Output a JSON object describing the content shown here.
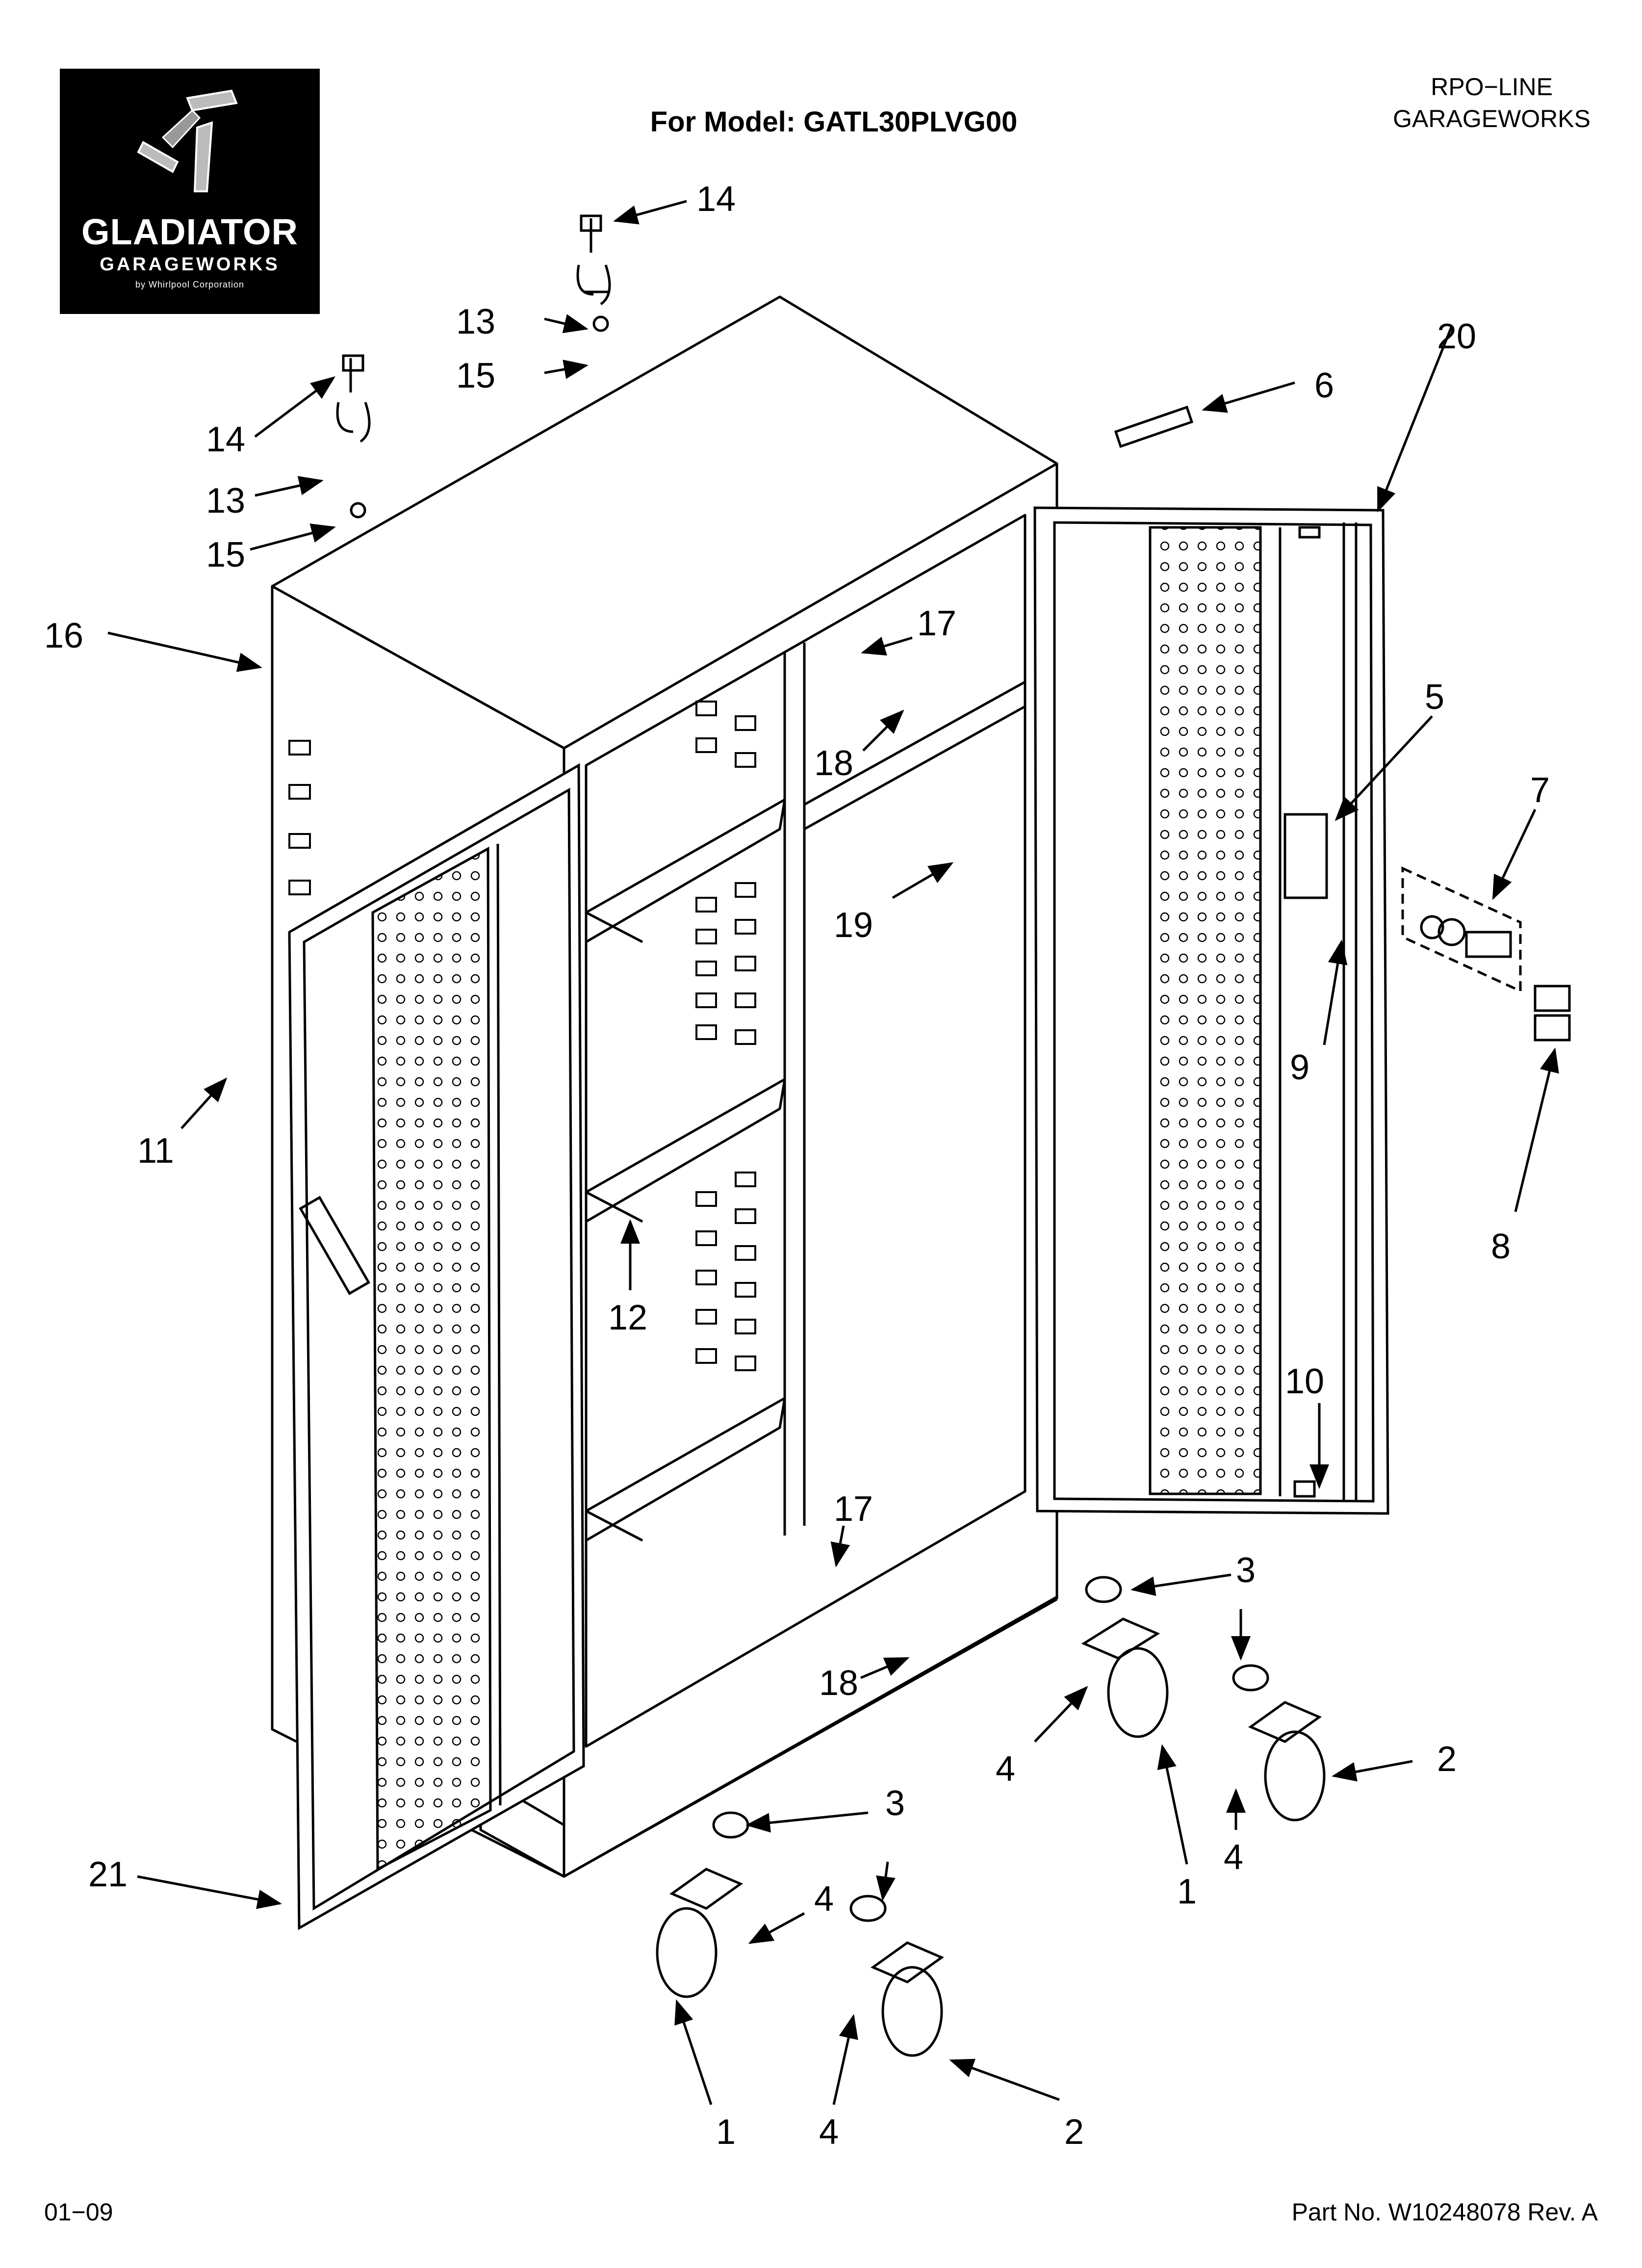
{
  "logo": {
    "name": "GLADIATOR",
    "sub": "GARAGEWORKS",
    "by": "by Whirlpool Corporation"
  },
  "header": {
    "title": "For Model: GATL30PLVG00",
    "line1": "RPO−LINE",
    "line2": "GARAGEWORKS"
  },
  "footer": {
    "date": "01−09",
    "part": "Part No. W10248078 Rev. A"
  },
  "callouts": {
    "c1a": "1",
    "c1b": "1",
    "c2a": "2",
    "c2b": "2",
    "c3a": "3",
    "c3b": "3",
    "c4a": "4",
    "c4b": "4",
    "c4c": "4",
    "c4d": "4",
    "c5": "5",
    "c6": "6",
    "c7": "7",
    "c8": "8",
    "c9": "9",
    "c10": "10",
    "c11": "11",
    "c12": "12",
    "c13a": "13",
    "c13b": "13",
    "c14a": "14",
    "c14b": "14",
    "c15a": "15",
    "c15b": "15",
    "c16": "16",
    "c17a": "17",
    "c17b": "17",
    "c18a": "18",
    "c18b": "18",
    "c19": "19",
    "c20": "20",
    "c21": "21"
  }
}
